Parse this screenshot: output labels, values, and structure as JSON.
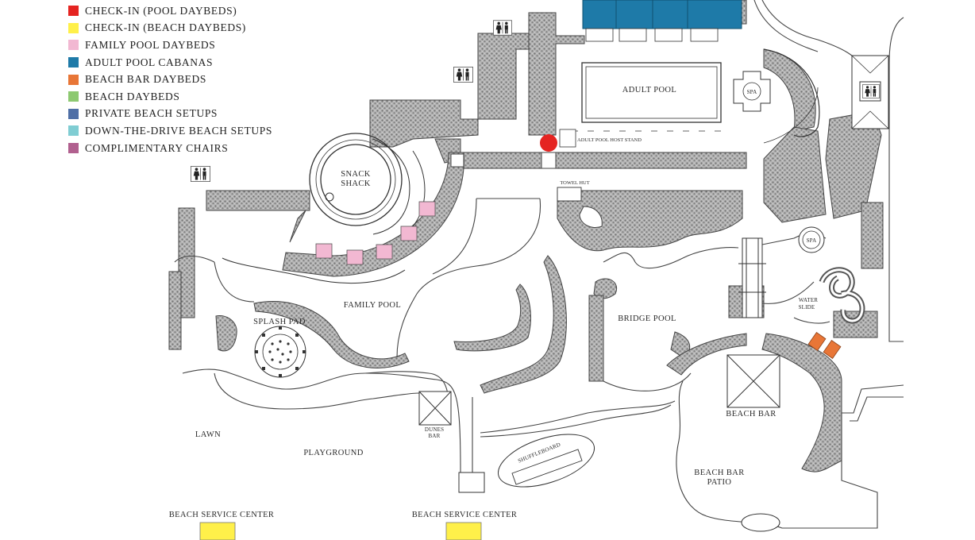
{
  "legend": {
    "items": [
      {
        "label": "CHECK-IN (POOL DAYBEDS)",
        "color": "#e52421"
      },
      {
        "label": "CHECK-IN (BEACH DAYBEDS)",
        "color": "#fff04a"
      },
      {
        "label": "FAMILY POOL DAYBEDS",
        "color": "#f2b8d2"
      },
      {
        "label": "ADULT POOL CABANAS",
        "color": "#1e7aa8"
      },
      {
        "label": "BEACH BAR DAYBEDS",
        "color": "#e87637"
      },
      {
        "label": "BEACH DAYBEDS",
        "color": "#8dc971"
      },
      {
        "label": "PRIVATE BEACH SETUPS",
        "color": "#4f6fa6"
      },
      {
        "label": "DOWN-THE-DRIVE BEACH SETUPS",
        "color": "#80cdd3"
      },
      {
        "label": "COMPLIMENTARY CHAIRS",
        "color": "#b1608f"
      }
    ]
  },
  "map": {
    "adult_pool": "ADULT POOL",
    "spa_top": "SPA",
    "spa_right": "SPA",
    "host_stand": "ADULT POOL HOST STAND",
    "snack_shack_1": "SNACK",
    "snack_shack_2": "SHACK",
    "towel_hut": "TOWEL HUT",
    "family_pool": "FAMILY POOL",
    "splash_pad": "SPLASH PAD",
    "bridge_pool": "BRIDGE POOL",
    "water_slide_1": "WATER",
    "water_slide_2": "SLIDE",
    "beach_bar": "BEACH BAR",
    "lawn": "LAWN",
    "playground": "PLAYGROUND",
    "dunes_bar_1": "DUNES",
    "dunes_bar_2": "BAR",
    "shuffleboard": "SHUFFLEBOARD",
    "beach_bar_patio_1": "BEACH BAR",
    "beach_bar_patio_2": "PATIO",
    "beach_service_center_left": "BEACH SERVICE CENTER",
    "beach_service_center_right": "BEACH SERVICE CENTER"
  }
}
